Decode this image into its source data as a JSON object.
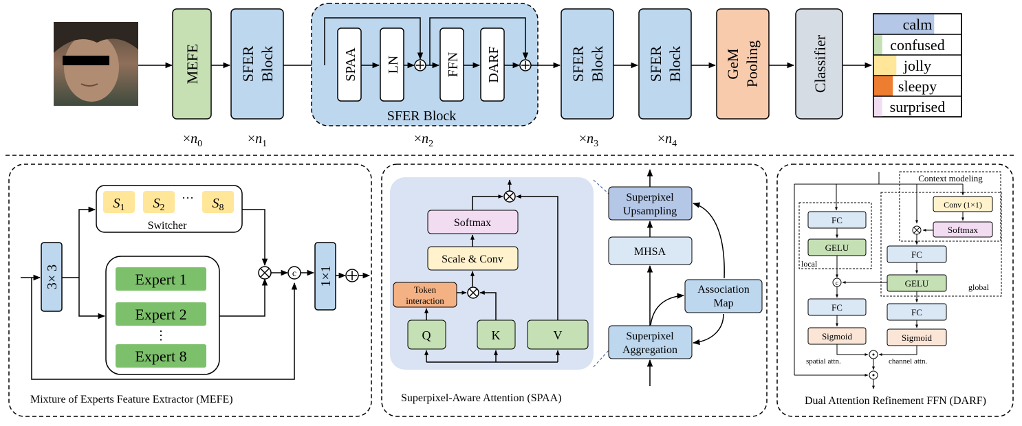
{
  "colors": {
    "mefe": "#c6e0b4",
    "sfer": "#bdd7ee",
    "gem": "#f8cbad",
    "classifier": "#d6dce4",
    "panel": "#dae3f3",
    "softmax": "#f2dcf2",
    "scale": "#fff2cc",
    "token": "#f4b183",
    "qkv": "#c5e0b4",
    "upsampling": "#b4c7e7",
    "mhsa": "#dae8f6",
    "assoc": "#bdd7ee",
    "fc": "#dae8f6",
    "gelu": "#c5e0b4",
    "sigmoid": "#fbe5d6",
    "conv": "#fff2cc",
    "expert": "#7dc06b",
    "switch": "#ffe699",
    "calm": "#b4c7e7",
    "confused": "#c5e0b4",
    "jolly": "#ffe699",
    "sleepy": "#ed7d31",
    "surprised": "#f2dcf2"
  },
  "top": {
    "mefe": "MEFE",
    "sfer_line1": "SFER",
    "sfer_line2": "Block",
    "spaa": "SPAA",
    "ln": "LN",
    "ffn": "FFN",
    "darf": "DARF",
    "sfer_block_caption": "SFER Block",
    "gem_line1": "GeM",
    "gem_line2": "Pooling",
    "classifier": "Classifier",
    "labels": [
      "calm",
      "confused",
      "jolly",
      "sleepy",
      "surprised"
    ],
    "label_bar_fraction": [
      0.69,
      0.1,
      0.26,
      0.22,
      0.1
    ],
    "mult_sign": "×",
    "n_base": "n",
    "n_subs": [
      "0",
      "1",
      "2",
      "3",
      "4"
    ]
  },
  "mefe_panel": {
    "conv3": "3× 3",
    "switch_s": "S",
    "switch_subs": [
      "1",
      "2",
      "8"
    ],
    "switch_dots": "···",
    "switcher": "Switcher",
    "experts": [
      "Expert 1",
      "Expert 2",
      "Expert 8"
    ],
    "expert_dots": "⋮",
    "conv1": "1×1",
    "otimes": "⊗",
    "oplus": "⊕",
    "concat": "c",
    "caption": "Mixture of Experts Feature Extractor (MEFE)"
  },
  "spaa_panel": {
    "softmax": "Softmax",
    "scale_conv": "Scale & Conv",
    "token_line1": "Token",
    "token_line2": "interaction",
    "q": "Q",
    "k": "K",
    "v": "V",
    "upsampling_line1": "Superpixel",
    "upsampling_line2": "Upsampling",
    "mhsa": "MHSA",
    "assoc_line1": "Association",
    "assoc_line2": "Map",
    "aggregation_line1": "Superpixel",
    "aggregation_line2": "Aggregation",
    "caption": "Superpixel-Aware Attention (SPAA)"
  },
  "darf_panel": {
    "context": "Context modeling",
    "conv": "Conv (1×1)",
    "softmax": "Softmax",
    "fc": "FC",
    "gelu": "GELU",
    "sigmoid": "Sigmoid",
    "local": "local",
    "global": "global",
    "spatial": "spatial attn.",
    "channel": "channel attn.",
    "odot": "⊙",
    "caption": "Dual Attention Refinement FFN (DARF)"
  }
}
